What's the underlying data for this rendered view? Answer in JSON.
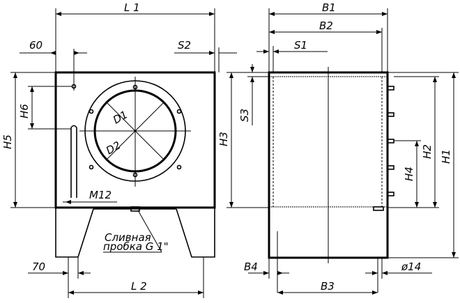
{
  "labels": {
    "L1": "L 1",
    "L2": "L 2",
    "B1": "B1",
    "B2": "B2",
    "B3": "B3",
    "B4": "B4",
    "S1": "S1",
    "S2": "S2",
    "S3": "S3",
    "H1": "H1",
    "H2": "H2",
    "H3": "H3",
    "H4": "H4",
    "H5": "H5",
    "H6": "H6",
    "D1": "D1",
    "D2": "D2",
    "M12": "M12",
    "dim60": "60",
    "dim70": "70",
    "dia14": "ø14",
    "drain_line1": "Сливная",
    "drain_line2": "пробка G 1\""
  }
}
